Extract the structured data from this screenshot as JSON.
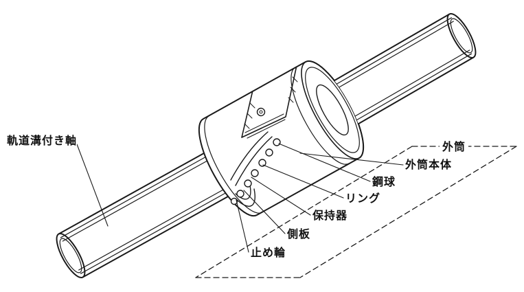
{
  "labels": {
    "shaft": "軌道溝付き軸",
    "outer_cylinder": "外筒",
    "outer_cylinder_body": "外筒本体",
    "steel_ball": "鋼球",
    "ring": "リング",
    "retainer": "保持器",
    "side_plate": "側板",
    "snap_ring": "止め輪"
  },
  "colors": {
    "line": "#1a1a1a",
    "background": "#ffffff"
  }
}
